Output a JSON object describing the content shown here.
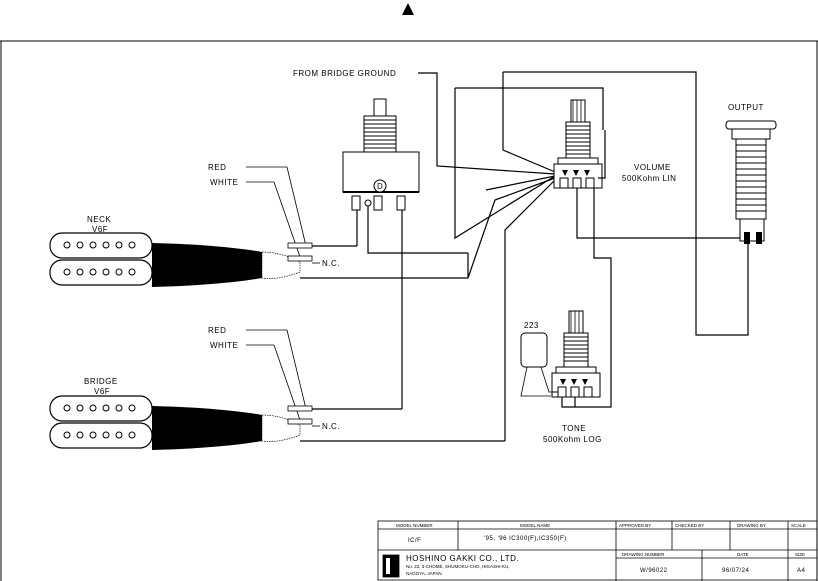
{
  "labels": {
    "from_bridge_ground": "FROM BRIDGE GROUND",
    "output": "OUTPUT",
    "volume": "VOLUME",
    "volume_spec": "500Kohm LIN",
    "tone": "TONE",
    "tone_spec": "500Kohm LOG",
    "capacitor": "223",
    "neck": "NECK",
    "neck_model": "V6F",
    "bridge": "BRIDGE",
    "bridge_model": "V6F",
    "red_1": "RED",
    "white_1": "WHITE",
    "nc_1": "N.C.",
    "red_2": "RED",
    "white_2": "WHITE",
    "nc_2": "N.C.",
    "switch_mark": "D"
  },
  "title_block": {
    "model_number_header": "MODEL NUMBER",
    "model_name_header": "MODEL NAME",
    "approved_by_header": "APPROVED BY",
    "checked_by_header": "CHECKED BY",
    "drawing_by_header": "DRAWING BY",
    "scale_header": "SCALE",
    "model_number": "IC/F",
    "model_name": "'95, '96 IC300(F),IC350(F)",
    "company": "HOSHINO GAKKI CO., LTD.",
    "address_line1": "No. 22, 3-CHOME, SHUMOKU-CHO, HIGASHI-KU,",
    "address_line2": "NAGOYA, JAPAN",
    "drawing_number_header": "DRAWING NUMBER",
    "date_header": "DATE",
    "size_header": "SIZE",
    "drawing_number": "W/96022",
    "date": "96/07/24",
    "size": "A4"
  }
}
